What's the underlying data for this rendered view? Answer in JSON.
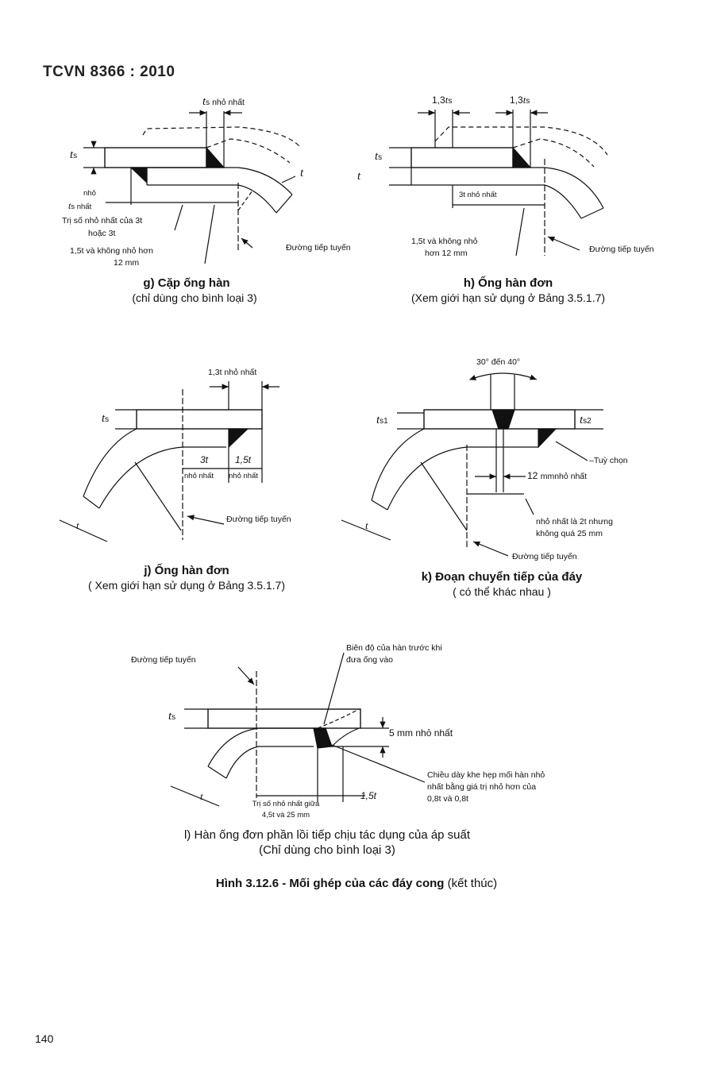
{
  "header": {
    "doc_code": "TCVN 8366 : 2010"
  },
  "figures": {
    "g": {
      "caption_title": "g) Cặp ống hàn",
      "caption_sub": "(chỉ dùng cho bình loại 3)",
      "ts_label": "t",
      "ts_sub": "s",
      "t_label": "t",
      "ts_min_top": "nhỏ nhất",
      "ts_min_left_a": "nhỏ",
      "ts_min_left_b": "nhất",
      "min_3t": "Trị số nhỏ nhất của 3t",
      "min_3t_b": "hoặc 3t",
      "min_15t": "1,5t và không nhỏ hơn",
      "min_15t_b": "12 mm",
      "tangent": "Đường tiếp tuyến"
    },
    "h": {
      "caption_title": "h) Ống hàn đơn",
      "caption_sub": "(Xem giới hạn sử dụng ở Bảng 3.5.1.7)",
      "dim_13ts_a": "1,3",
      "dim_13ts_b": "1,3",
      "min_3t": "3t nhỏ nhất",
      "min_15t": "1,5t và không nhỏ",
      "min_15t_b": "hơn 12 mm",
      "tangent": "Đường tiếp tuyến"
    },
    "j": {
      "caption_title": "j) Ống hàn đơn",
      "caption_sub": "( Xem giới hạn sử dụng ở Bảng 3.5.1.7)",
      "dim_13t": "1,3t nhỏ nhất",
      "dim_3t": "3t",
      "dim_15t": "1,5t",
      "min_a": "nhỏ nhất",
      "min_b": "nhỏ nhất",
      "tangent": "Đường tiếp tuyến"
    },
    "k": {
      "caption_title": "k) Đoạn chuyển tiếp của đáy",
      "caption_sub": "( có thể khác nhau )",
      "angle": "30° đến 40°",
      "ts1": "s1",
      "ts2": "s2",
      "optional": "Tuỳ chọn",
      "min_12": "12",
      "min_12_unit": "mmnhỏ nhất",
      "min_2t_a": "nhỏ nhất là 2t nhưng",
      "min_2t_b": "không quá 25 mm",
      "tangent": "Đường tiếp tuyến"
    },
    "l": {
      "caption_title": "l) Hàn ống đơn phần lồi tiếp chịu tác dụng của áp suất",
      "caption_sub": "(Chỉ dùng cho bình loại 3)",
      "tangent": "Đường tiếp tuyến",
      "amplitude_a": "Biên độ của hàn trước khi",
      "amplitude_b": "đưa ống vào",
      "min_5": "5",
      "min_5_unit": "mm nhỏ nhất",
      "throat_a": "Chiều dày khe hẹp mối hàn nhỏ",
      "throat_b": "nhất bằng giá trị nhỏ hơn của",
      "throat_c": "0,8t và 0,8t",
      "dim_between_a": "Trị số nhỏ nhất giữa",
      "dim_between_b": "4,5t và 25 mm",
      "dim_15t": "1,5t"
    }
  },
  "figure_title": {
    "bold": "Hình 3.12.6 - Mối ghép của các đáy cong",
    "normal": " (kết thúc)"
  },
  "page_number": "140"
}
